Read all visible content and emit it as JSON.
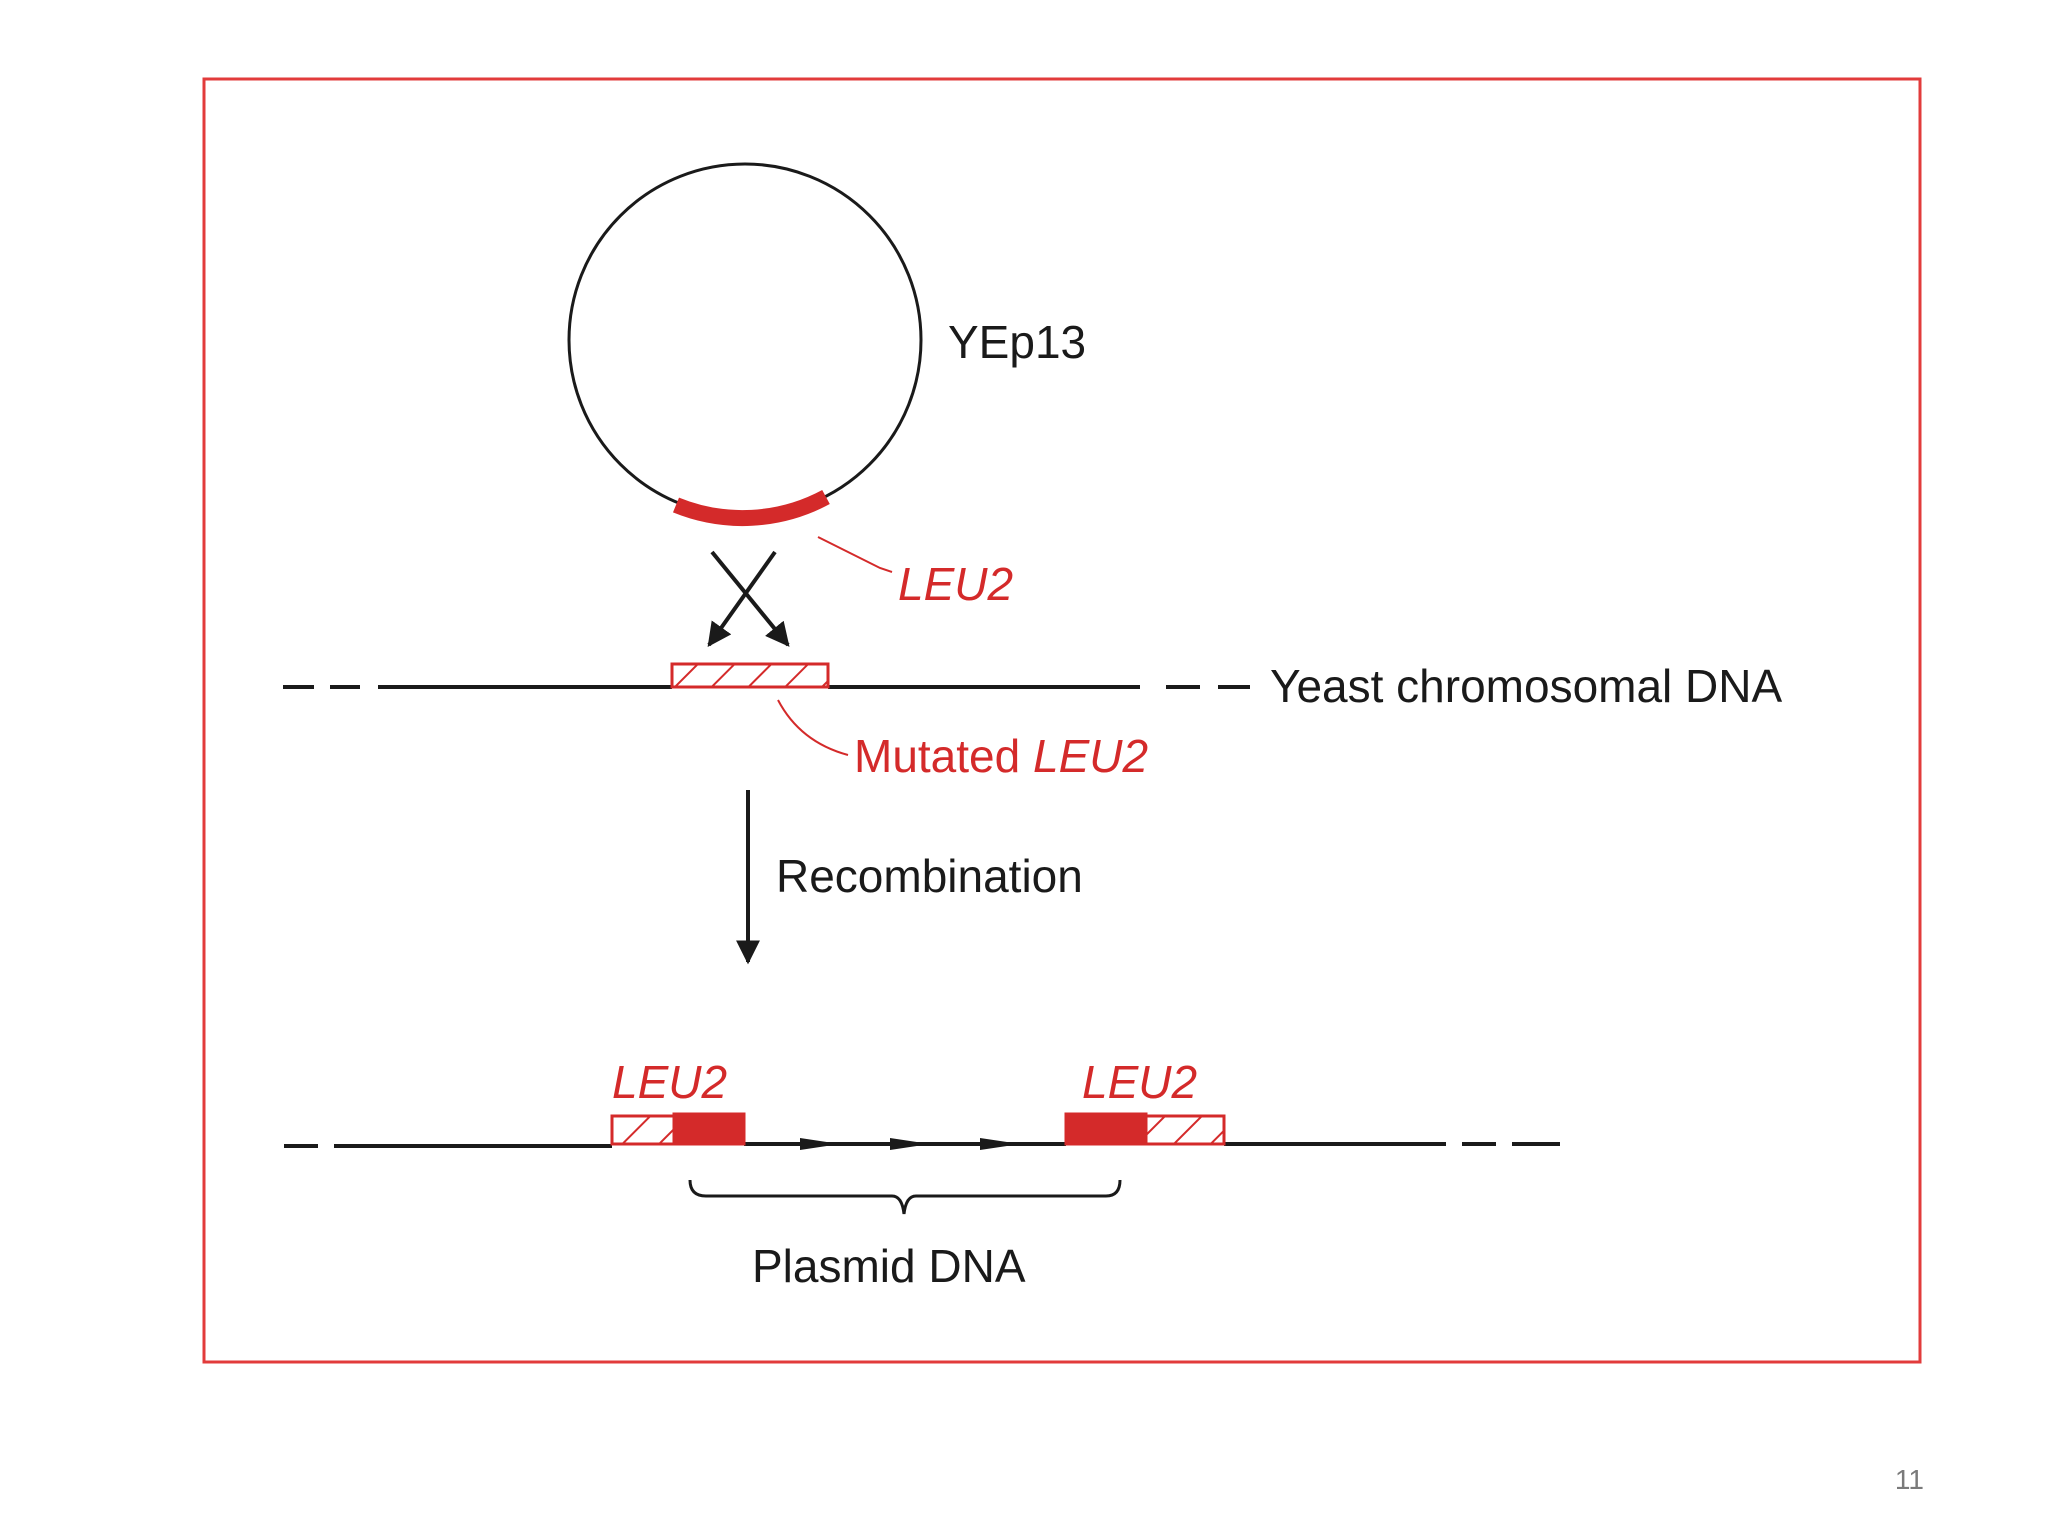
{
  "diagram": {
    "plasmid_label": "YEp13",
    "leu2_label": "LEU2",
    "chromosome_label": "Yeast chromosomal DNA",
    "mutated_prefix": "Mutated ",
    "mutated_gene": "LEU2",
    "recombination_label": "Recombination",
    "left_copy_label": "LEU2",
    "right_copy_label": "LEU2",
    "plasmid_dna_label": "Plasmid DNA"
  },
  "colors": {
    "accent_red": "#d42a2a",
    "frame_red": "#e23b3b",
    "line_dark": "#1a1a1a"
  },
  "page": {
    "number": "11"
  }
}
